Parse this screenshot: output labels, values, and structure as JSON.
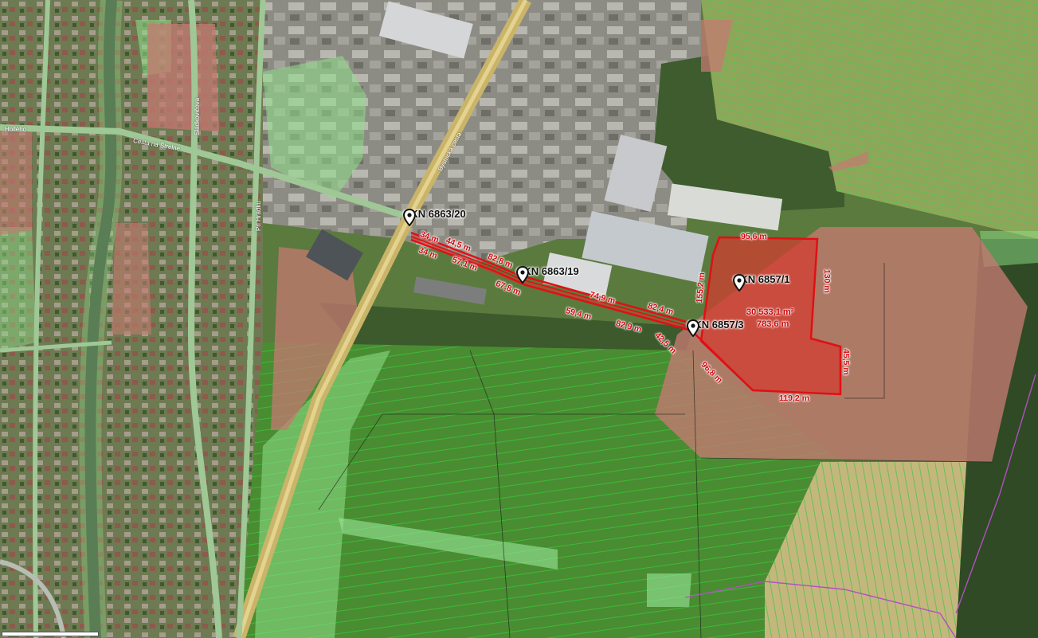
{
  "parcels": [
    {
      "id": "p1",
      "label": "CKN 6863/20"
    },
    {
      "id": "p2",
      "label": "CKN 6863/19"
    },
    {
      "id": "p3",
      "label": "CKN 6857/1"
    },
    {
      "id": "p4",
      "label": "CKN 6857/3"
    }
  ],
  "measurements": {
    "m1": "34 m",
    "m2": "44,5 m",
    "m3": "34 m",
    "m4": "57,1 m",
    "m5": "82,8 m",
    "m6": "67,8 m",
    "m7": "74,9 m",
    "m8": "59,4 m",
    "m9": "82,4 m",
    "m10": "82,9 m",
    "m11": "42,5 m",
    "m12": "155,2 m",
    "m13": "95,6 m",
    "m14": "130 m",
    "m15": "45,5 m",
    "m16": "119,2 m",
    "m17": "96,8 m"
  },
  "area": {
    "value": "30 533,1 m²",
    "perimeter": "783,6 m"
  },
  "streets": {
    "s1": "Cesta na Štrelne",
    "s2": "Bystrická cesta",
    "s3": "Sládkovičova",
    "s4": "Pri Hrádku",
    "s5": "Hollého"
  },
  "colors": {
    "selection_stroke": "#e01014",
    "selection_fill": "#d43a2f",
    "zone_red": "#c47a72",
    "zone_green": "#8fe08a",
    "contour_green": "#3fcf3a",
    "forest": "#3c5a2c",
    "field": "#4f8f37"
  }
}
